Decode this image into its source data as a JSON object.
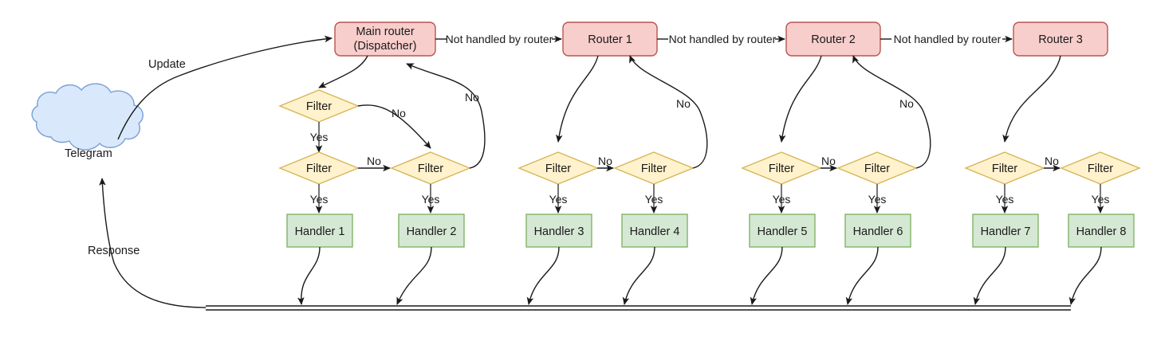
{
  "diagram": {
    "title": "Telegram bot update routing flow",
    "colors": {
      "router_fill": "#f8cecc",
      "router_stroke": "#b85450",
      "filter_fill": "#fff2cc",
      "filter_stroke": "#d6b656",
      "handler_fill": "#d5e8d4",
      "handler_stroke": "#82b366",
      "cloud_fill": "#dae8fc",
      "cloud_stroke": "#7a9fd4",
      "edge": "#1a1a1a",
      "text": "#1a1a1a"
    },
    "cloud": {
      "label": "Telegram"
    },
    "edge_labels": {
      "update": "Update",
      "response": "Response",
      "not_handled": "Not handled by router",
      "yes": "Yes",
      "no": "No"
    },
    "routers": [
      {
        "id": "main",
        "line1": "Main router",
        "line2": "(Dispatcher)"
      },
      {
        "id": "router-1",
        "line1": "Router 1",
        "line2": ""
      },
      {
        "id": "router-2",
        "line1": "Router 2",
        "line2": ""
      },
      {
        "id": "router-3",
        "line1": "Router 3",
        "line2": ""
      }
    ],
    "filters": [
      {
        "id": "filter-a",
        "label": "Filter"
      },
      {
        "id": "filter-b",
        "label": "Filter"
      },
      {
        "id": "filter-c",
        "label": "Filter"
      },
      {
        "id": "filter-d",
        "label": "Filter"
      },
      {
        "id": "filter-e",
        "label": "Filter"
      },
      {
        "id": "filter-f",
        "label": "Filter"
      },
      {
        "id": "filter-g",
        "label": "Filter"
      },
      {
        "id": "filter-h",
        "label": "Filter"
      },
      {
        "id": "filter-i",
        "label": "Filter"
      }
    ],
    "handlers": [
      {
        "id": "handler-1",
        "label": "Handler 1"
      },
      {
        "id": "handler-2",
        "label": "Handler 2"
      },
      {
        "id": "handler-3",
        "label": "Handler 3"
      },
      {
        "id": "handler-4",
        "label": "Handler 4"
      },
      {
        "id": "handler-5",
        "label": "Handler 5"
      },
      {
        "id": "handler-6",
        "label": "Handler 6"
      },
      {
        "id": "handler-7",
        "label": "Handler 7"
      },
      {
        "id": "handler-8",
        "label": "Handler 8"
      }
    ],
    "not_handled_edges": [
      {
        "id": "main-to-r1",
        "label": "Not handled by router"
      },
      {
        "id": "r1-to-r2",
        "label": "Not handled by router"
      },
      {
        "id": "r2-to-r3",
        "label": "Not handled by router"
      }
    ],
    "yes_labels": [
      "Yes",
      "Yes",
      "Yes",
      "Yes",
      "Yes",
      "Yes",
      "Yes",
      "Yes"
    ],
    "no_labels_inline": [
      "No",
      "No",
      "No",
      "No"
    ],
    "no_labels_curved": [
      "No",
      "No",
      "No",
      "No"
    ]
  }
}
